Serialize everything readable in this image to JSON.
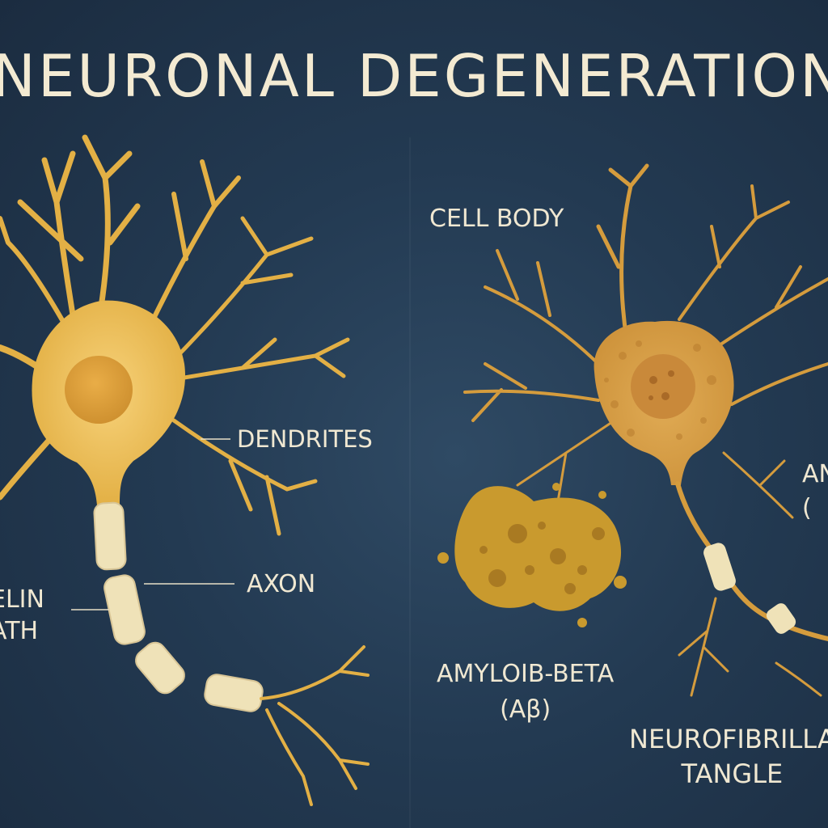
{
  "title": "NEURONAL DEGENERATION",
  "labels": {
    "dendrites": "DENDRITES",
    "axon": "AXON",
    "myelin_line1": "ELIN",
    "myelin_line2": "ATH",
    "cell_body": "CELL BODY",
    "amyloid_line1": "AMYLOIB-BETA",
    "amyloid_line2": "(Aβ)",
    "neuro_line1": "NEUROFIBRILLA",
    "neuro_line2": "TANGLE",
    "right_cut_line1": "AN",
    "right_cut_line2": "("
  },
  "colors": {
    "background": "#233a52",
    "neuron_healthy": "#e6b548",
    "neuron_degenerated": "#d7a140",
    "myelin": "#efe2b8",
    "plaque": "#c99a2e",
    "text": "#f0e8d2"
  }
}
